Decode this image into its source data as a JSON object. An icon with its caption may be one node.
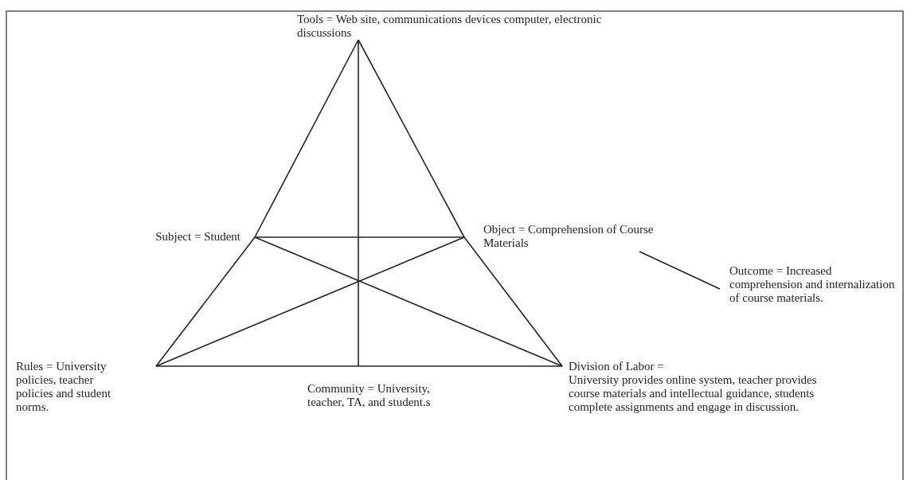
{
  "diagram": {
    "nodes": [
      {
        "text": [
          "Tools = Web site, communications devices computer, electronic discussions"
        ]
      },
      {
        "text": [
          "Subject = Student"
        ]
      },
      {
        "text": [
          "Object = Comprehension of Course Materials"
        ]
      },
      {
        "text": [
          "Outcome = Increased comprehension and internalization of course materials."
        ]
      },
      {
        "text": [
          "Rules = University policies, teacher policies and student norms."
        ]
      },
      {
        "text": [
          "Community = University, teacher, TA, and student.s"
        ]
      },
      {
        "text": [
          "Division of Labor =",
          "University provides online system, teacher provides course materials and intellectual guidance, students complete assignments and engage in discussion."
        ]
      }
    ],
    "edges": [
      {
        "from": 0,
        "to": 1,
        "arrow": "none"
      },
      {
        "from": 1,
        "to": 4,
        "arrow": "none"
      },
      {
        "from": 0,
        "to": 2,
        "arrow": "none"
      },
      {
        "from": 2,
        "to": 6,
        "arrow": "none"
      },
      {
        "from": 4,
        "to": 5,
        "arrow": "none"
      },
      {
        "from": 5,
        "to": 6,
        "arrow": "none"
      },
      {
        "from": 1,
        "to": 2,
        "arrow": "none"
      },
      {
        "from": 0,
        "to": 5,
        "arrow": "none"
      },
      {
        "from": 1,
        "to": 6,
        "arrow": "none"
      },
      {
        "from": 2,
        "to": 4,
        "arrow": "none"
      },
      {
        "from": 2,
        "to": 3,
        "arrow": "none"
      }
    ]
  }
}
